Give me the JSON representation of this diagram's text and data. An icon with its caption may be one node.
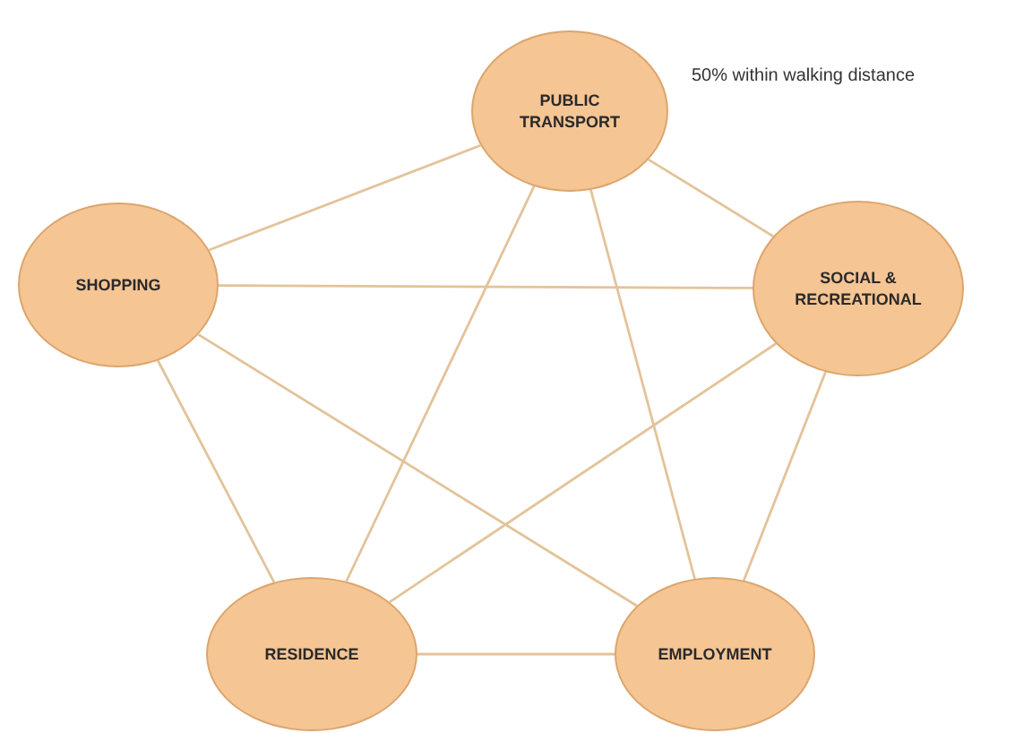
{
  "diagram": {
    "nodes": [
      {
        "text": [
          "PUBLIC TRANSPORT"
        ]
      },
      {
        "text": [
          "SHOPPING"
        ]
      },
      {
        "text": [
          "SOCIAL & RECREATIONAL"
        ]
      },
      {
        "text": [
          "RESIDENCE"
        ]
      },
      {
        "text": [
          "EMPLOYMENT"
        ]
      }
    ],
    "edges": [
      {
        "from": 0,
        "to": 1,
        "arrow": "none"
      },
      {
        "from": 0,
        "to": 2,
        "arrow": "none"
      },
      {
        "from": 0,
        "to": 3,
        "arrow": "none"
      },
      {
        "from": 0,
        "to": 4,
        "arrow": "none"
      },
      {
        "from": 1,
        "to": 2,
        "arrow": "none"
      },
      {
        "from": 1,
        "to": 3,
        "arrow": "none"
      },
      {
        "from": 1,
        "to": 4,
        "arrow": "none"
      },
      {
        "from": 2,
        "to": 3,
        "arrow": "none"
      },
      {
        "from": 2,
        "to": 4,
        "arrow": "none"
      },
      {
        "from": 3,
        "to": 4,
        "arrow": "none"
      }
    ],
    "labels": [
      "50% within walking distance"
    ]
  }
}
